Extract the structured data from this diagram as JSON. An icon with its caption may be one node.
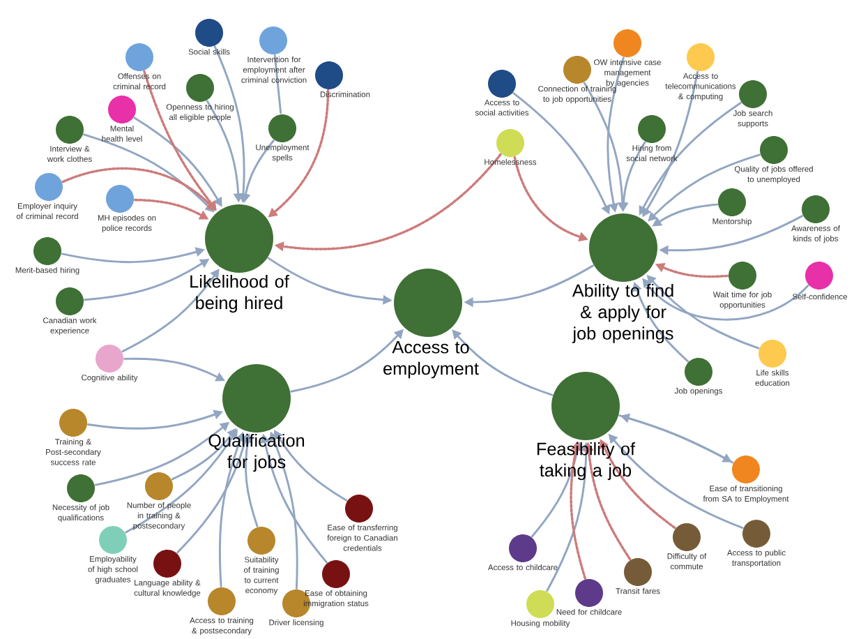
{
  "diagram": {
    "nodes": [
      {
        "text": [
          "Access to employment"
        ]
      },
      {
        "text": [
          "Likelihood of being hired"
        ]
      },
      {
        "text": [
          "Ability to find & apply for job openings"
        ]
      },
      {
        "text": [
          "Qualification for jobs"
        ]
      },
      {
        "text": [
          "Feasibility of taking a job"
        ]
      },
      {
        "text": [
          "Social skills"
        ]
      },
      {
        "text": [
          "Offenses on criminal record"
        ]
      },
      {
        "text": [
          "Intervention for employment after criminal conviction"
        ]
      },
      {
        "text": [
          "Discrimination"
        ]
      },
      {
        "text": [
          "Openness to hiring all eligible people"
        ]
      },
      {
        "text": [
          "Mental health level"
        ]
      },
      {
        "text": [
          "Interview & work clothes"
        ]
      },
      {
        "text": [
          "Unemployment spells"
        ]
      },
      {
        "text": [
          "Employer inquiry of criminal record"
        ]
      },
      {
        "text": [
          "MH episodes on police records"
        ]
      },
      {
        "text": [
          "Merit-based hiring"
        ]
      },
      {
        "text": [
          "Canadian work experience"
        ]
      },
      {
        "text": [
          "Cognitive ability"
        ]
      },
      {
        "text": [
          "Access to social activities"
        ]
      },
      {
        "text": [
          "Connection of training to job opportunities"
        ]
      },
      {
        "text": [
          "OW intensive case management by agencies"
        ]
      },
      {
        "text": [
          "Access to telecommunications & computing"
        ]
      },
      {
        "text": [
          "Job search supports"
        ]
      },
      {
        "text": [
          "Homelessness"
        ]
      },
      {
        "text": [
          "Hiring from social network"
        ]
      },
      {
        "text": [
          "Quality of jobs offered to unemployed"
        ]
      },
      {
        "text": [
          "Mentorship"
        ]
      },
      {
        "text": [
          "Awareness of kinds of jobs"
        ]
      },
      {
        "text": [
          "Wait time for job opportunities"
        ]
      },
      {
        "text": [
          "Self-confidence"
        ]
      },
      {
        "text": [
          "Life skills education"
        ]
      },
      {
        "text": [
          "Job openings"
        ]
      },
      {
        "text": [
          "Training & Post-secondary success rate"
        ]
      },
      {
        "text": [
          "Necessity of job qualifications"
        ]
      },
      {
        "text": [
          "Number of people in training & postsecondary"
        ]
      },
      {
        "text": [
          "Employability of high school graduates"
        ]
      },
      {
        "text": [
          "Ease of transferring foreign to Canadian credentials"
        ]
      },
      {
        "text": [
          "Language ability & cultural knowledge"
        ]
      },
      {
        "text": [
          "Suitability of training to current economy"
        ]
      },
      {
        "text": [
          "Access to training & postsecondary"
        ]
      },
      {
        "text": [
          "Ease of obtaining immigration status"
        ]
      },
      {
        "text": [
          "Driver licensing"
        ]
      },
      {
        "text": [
          "Ease of transitioning from SA to Employment"
        ]
      },
      {
        "text": [
          "Access to public transportation"
        ]
      },
      {
        "text": [
          "Access to childcare"
        ]
      },
      {
        "text": [
          "Difficulty of commute"
        ]
      },
      {
        "text": [
          "Transit fares"
        ]
      },
      {
        "text": [
          "Housing mobility"
        ]
      },
      {
        "text": [
          "Need for childcare"
        ]
      }
    ],
    "edges": [
      {
        "from": 1,
        "to": 0,
        "arrow": "to"
      },
      {
        "from": 2,
        "to": 0,
        "arrow": "to"
      },
      {
        "from": 3,
        "to": 0,
        "arrow": "to"
      },
      {
        "from": 4,
        "to": 0,
        "arrow": "to"
      },
      {
        "from": 5,
        "to": 1,
        "arrow": "to"
      },
      {
        "from": 9,
        "to": 1,
        "arrow": "to"
      },
      {
        "from": 10,
        "to": 1,
        "arrow": "to"
      },
      {
        "from": 11,
        "to": 1,
        "arrow": "to"
      },
      {
        "from": 12,
        "to": 1,
        "arrow": "to"
      },
      {
        "from": 7,
        "to": 12,
        "arrow": "none"
      },
      {
        "from": 15,
        "to": 1,
        "arrow": "to"
      },
      {
        "from": 16,
        "to": 1,
        "arrow": "to"
      },
      {
        "from": 17,
        "to": 1,
        "arrow": "to"
      },
      {
        "from": 6,
        "to": 1,
        "arrow": "to",
        "style": "dashed",
        "color": "#cd7b7b"
      },
      {
        "from": 8,
        "to": 1,
        "arrow": "to",
        "style": "dashed",
        "color": "#cd7b7b"
      },
      {
        "from": 13,
        "to": 1,
        "arrow": "to",
        "style": "dashed",
        "color": "#cd7b7b"
      },
      {
        "from": 14,
        "to": 1,
        "arrow": "to",
        "style": "dashed",
        "color": "#cd7b7b"
      },
      {
        "from": 23,
        "to": 1,
        "arrow": "to",
        "style": "dashed",
        "color": "#cd7b7b"
      },
      {
        "from": 18,
        "to": 2,
        "arrow": "to"
      },
      {
        "from": 19,
        "to": 2,
        "arrow": "to"
      },
      {
        "from": 20,
        "to": 2,
        "arrow": "to"
      },
      {
        "from": 21,
        "to": 2,
        "arrow": "to"
      },
      {
        "from": 22,
        "to": 2,
        "arrow": "to"
      },
      {
        "from": 24,
        "to": 2,
        "arrow": "to"
      },
      {
        "from": 25,
        "to": 2,
        "arrow": "to"
      },
      {
        "from": 26,
        "to": 2,
        "arrow": "to"
      },
      {
        "from": 27,
        "to": 2,
        "arrow": "to"
      },
      {
        "from": 29,
        "to": 2,
        "arrow": "to"
      },
      {
        "from": 30,
        "to": 2,
        "arrow": "to"
      },
      {
        "from": 31,
        "to": 2,
        "arrow": "to"
      },
      {
        "from": 23,
        "to": 2,
        "arrow": "to",
        "style": "dashed",
        "color": "#cd7b7b"
      },
      {
        "from": 28,
        "to": 2,
        "arrow": "to",
        "style": "dashed",
        "color": "#cd7b7b"
      },
      {
        "from": 17,
        "to": 3,
        "arrow": "to"
      },
      {
        "from": 32,
        "to": 3,
        "arrow": "to"
      },
      {
        "from": 33,
        "to": 3,
        "arrow": "to"
      },
      {
        "from": 34,
        "to": 3,
        "arrow": "to"
      },
      {
        "from": 35,
        "to": 3,
        "arrow": "to"
      },
      {
        "from": 36,
        "to": 3,
        "arrow": "to"
      },
      {
        "from": 37,
        "to": 3,
        "arrow": "to"
      },
      {
        "from": 38,
        "to": 3,
        "arrow": "to"
      },
      {
        "from": 39,
        "to": 3,
        "arrow": "to"
      },
      {
        "from": 40,
        "to": 3,
        "arrow": "to"
      },
      {
        "from": 41,
        "to": 3,
        "arrow": "to"
      },
      {
        "from": 44,
        "to": 4,
        "arrow": "to"
      },
      {
        "from": 47,
        "to": 4,
        "arrow": "to"
      },
      {
        "from": 43,
        "to": 4,
        "arrow": "to"
      },
      {
        "from": 4,
        "to": 42,
        "arrow": "to"
      },
      {
        "from": 42,
        "to": 4,
        "arrow": "to"
      },
      {
        "from": 45,
        "to": 4,
        "arrow": "to",
        "style": "dashed",
        "color": "#cd7b7b"
      },
      {
        "from": 46,
        "to": 4,
        "arrow": "to",
        "style": "dashed",
        "color": "#cd7b7b"
      },
      {
        "from": 48,
        "to": 4,
        "arrow": "to",
        "style": "dashed",
        "color": "#cd7b7b"
      }
    ]
  }
}
